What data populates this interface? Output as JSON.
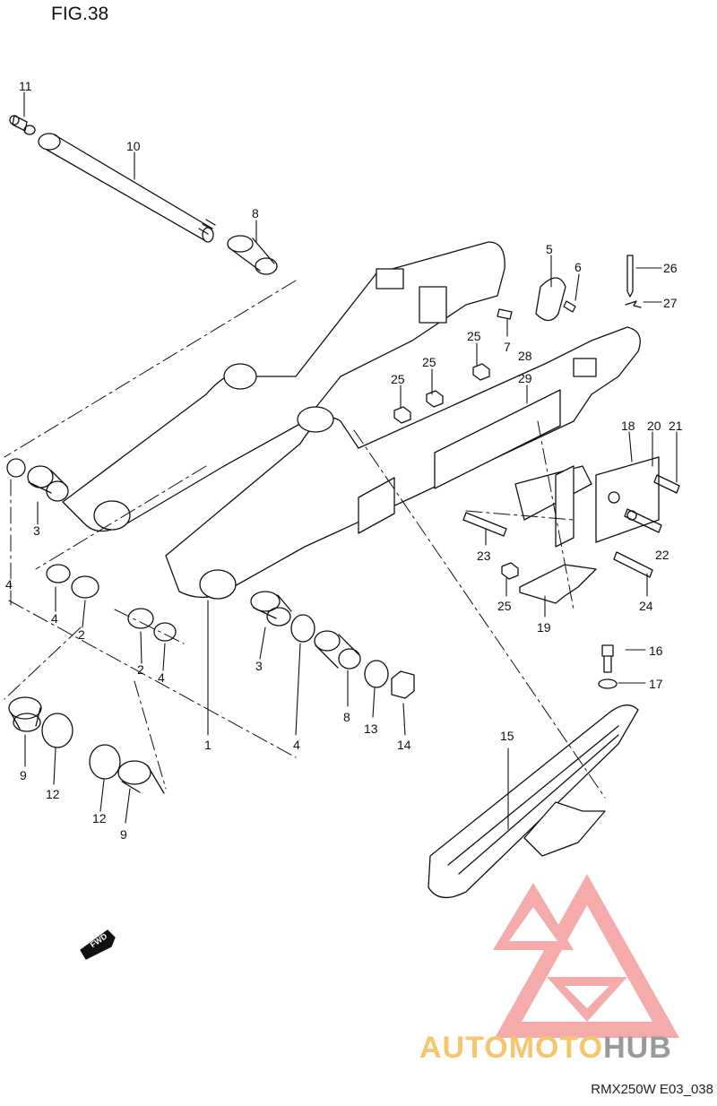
{
  "figure": {
    "title": "FIG.38",
    "code": "RMX250W E03_038",
    "fwd_label": "FWD"
  },
  "logo": {
    "part_a": "AUTO",
    "part_b": "MOTO",
    "part_c": "HUB",
    "colors": {
      "triangle": "#f4a0a0",
      "text_warm": "#f6c56f",
      "text_grey": "#9a9a9a"
    }
  },
  "callouts": [
    {
      "id": "c11a",
      "label": "11"
    },
    {
      "id": "c10",
      "label": "10"
    },
    {
      "id": "c8a",
      "label": "8"
    },
    {
      "id": "c5",
      "label": "5"
    },
    {
      "id": "c6",
      "label": "6"
    },
    {
      "id": "c26",
      "label": "26"
    },
    {
      "id": "c27",
      "label": "27"
    },
    {
      "id": "c7",
      "label": "7"
    },
    {
      "id": "c25a",
      "label": "25"
    },
    {
      "id": "c25b",
      "label": "25"
    },
    {
      "id": "c25c",
      "label": "25"
    },
    {
      "id": "c28",
      "label": "28"
    },
    {
      "id": "c29",
      "label": "29"
    },
    {
      "id": "c18",
      "label": "18"
    },
    {
      "id": "c20",
      "label": "20"
    },
    {
      "id": "c21",
      "label": "21"
    },
    {
      "id": "c22",
      "label": "22"
    },
    {
      "id": "c23",
      "label": "23"
    },
    {
      "id": "c24",
      "label": "24"
    },
    {
      "id": "c25d",
      "label": "25"
    },
    {
      "id": "c19",
      "label": "19"
    },
    {
      "id": "c3a",
      "label": "3"
    },
    {
      "id": "c4a",
      "label": "4"
    },
    {
      "id": "c4b",
      "label": "4"
    },
    {
      "id": "c2a",
      "label": "2"
    },
    {
      "id": "c2b",
      "label": "2"
    },
    {
      "id": "c4c",
      "label": "4"
    },
    {
      "id": "c3b",
      "label": "3"
    },
    {
      "id": "c8b",
      "label": "8"
    },
    {
      "id": "c13",
      "label": "13"
    },
    {
      "id": "c14",
      "label": "14"
    },
    {
      "id": "c1",
      "label": "1"
    },
    {
      "id": "c4d",
      "label": "4"
    },
    {
      "id": "c9a",
      "label": "9"
    },
    {
      "id": "c12a",
      "label": "12"
    },
    {
      "id": "c12b",
      "label": "12"
    },
    {
      "id": "c9b",
      "label": "9"
    },
    {
      "id": "c16",
      "label": "16"
    },
    {
      "id": "c17",
      "label": "17"
    },
    {
      "id": "c15",
      "label": "15"
    }
  ]
}
